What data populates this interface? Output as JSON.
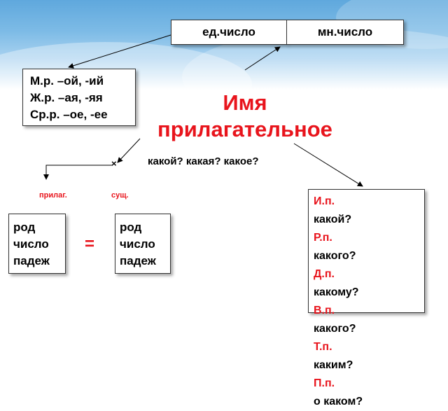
{
  "number_boxes": {
    "singular": "ед.число",
    "plural": "мн.число"
  },
  "gender_endings": [
    "М.р. –ой, -ий",
    "Ж.р. –ая, -яя",
    "Ср.р. –ое, -ее"
  ],
  "title_line1": "Имя",
  "title_line2": "прилагательное",
  "questions": "какой? какая? какое?",
  "cross_mark": "×",
  "labels": {
    "adjective": "прилаг.",
    "noun": "сущ."
  },
  "adjective_props": [
    "род",
    "число",
    "падеж"
  ],
  "noun_props": [
    "род",
    "число",
    "падеж"
  ],
  "equals": "=",
  "cases": [
    {
      "case": "И.п.",
      "question": "какой?"
    },
    {
      "case": "Р.п.",
      "question": "какого?"
    },
    {
      "case": "Д.п.",
      "question": "какому?"
    },
    {
      "case": "В.п.",
      "question": "какого?"
    },
    {
      "case": "Т.п.",
      "question": "каким?"
    },
    {
      "case": "П.п.",
      "question": "о каком?"
    }
  ],
  "colors": {
    "accent_red": "#e8141c",
    "sky_blue": "#5fa8dd",
    "text": "#000000"
  }
}
